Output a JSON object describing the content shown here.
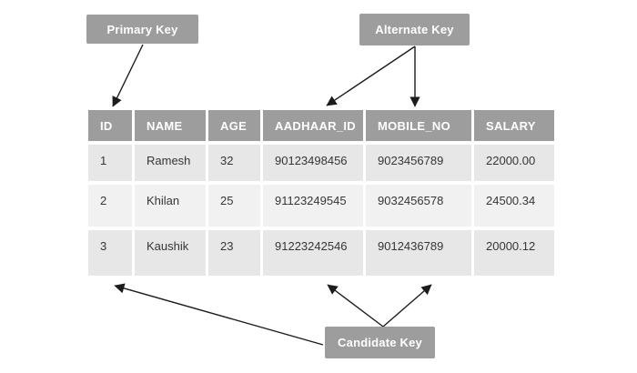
{
  "labels": {
    "primary_key": "Primary Key",
    "alternate_key": "Alternate Key",
    "candidate_key": "Candidate Key"
  },
  "table": {
    "headers": [
      "ID",
      "NAME",
      "AGE",
      "AADHAAR_ID",
      "MOBILE_NO",
      "SALARY"
    ],
    "rows": [
      [
        "1",
        "Ramesh",
        "32",
        "90123498456",
        "9023456789",
        "22000.00"
      ],
      [
        "2",
        "Khilan",
        "25",
        "91123249545",
        "9032456578",
        "24500.34"
      ],
      [
        "3",
        "Kaushik",
        "23",
        "91223242546",
        "9012436789",
        "20000.12"
      ]
    ]
  },
  "colors": {
    "background": "#ffffff",
    "label_box_bg": "#9d9d9d",
    "header_bg": "#9d9d9d",
    "row_bg_dark": "#e7e7e7",
    "row_bg_light": "#f1f1f1",
    "label_text": "#ffffff",
    "cell_text": "#363636",
    "arrow": "#1c1c1c"
  }
}
